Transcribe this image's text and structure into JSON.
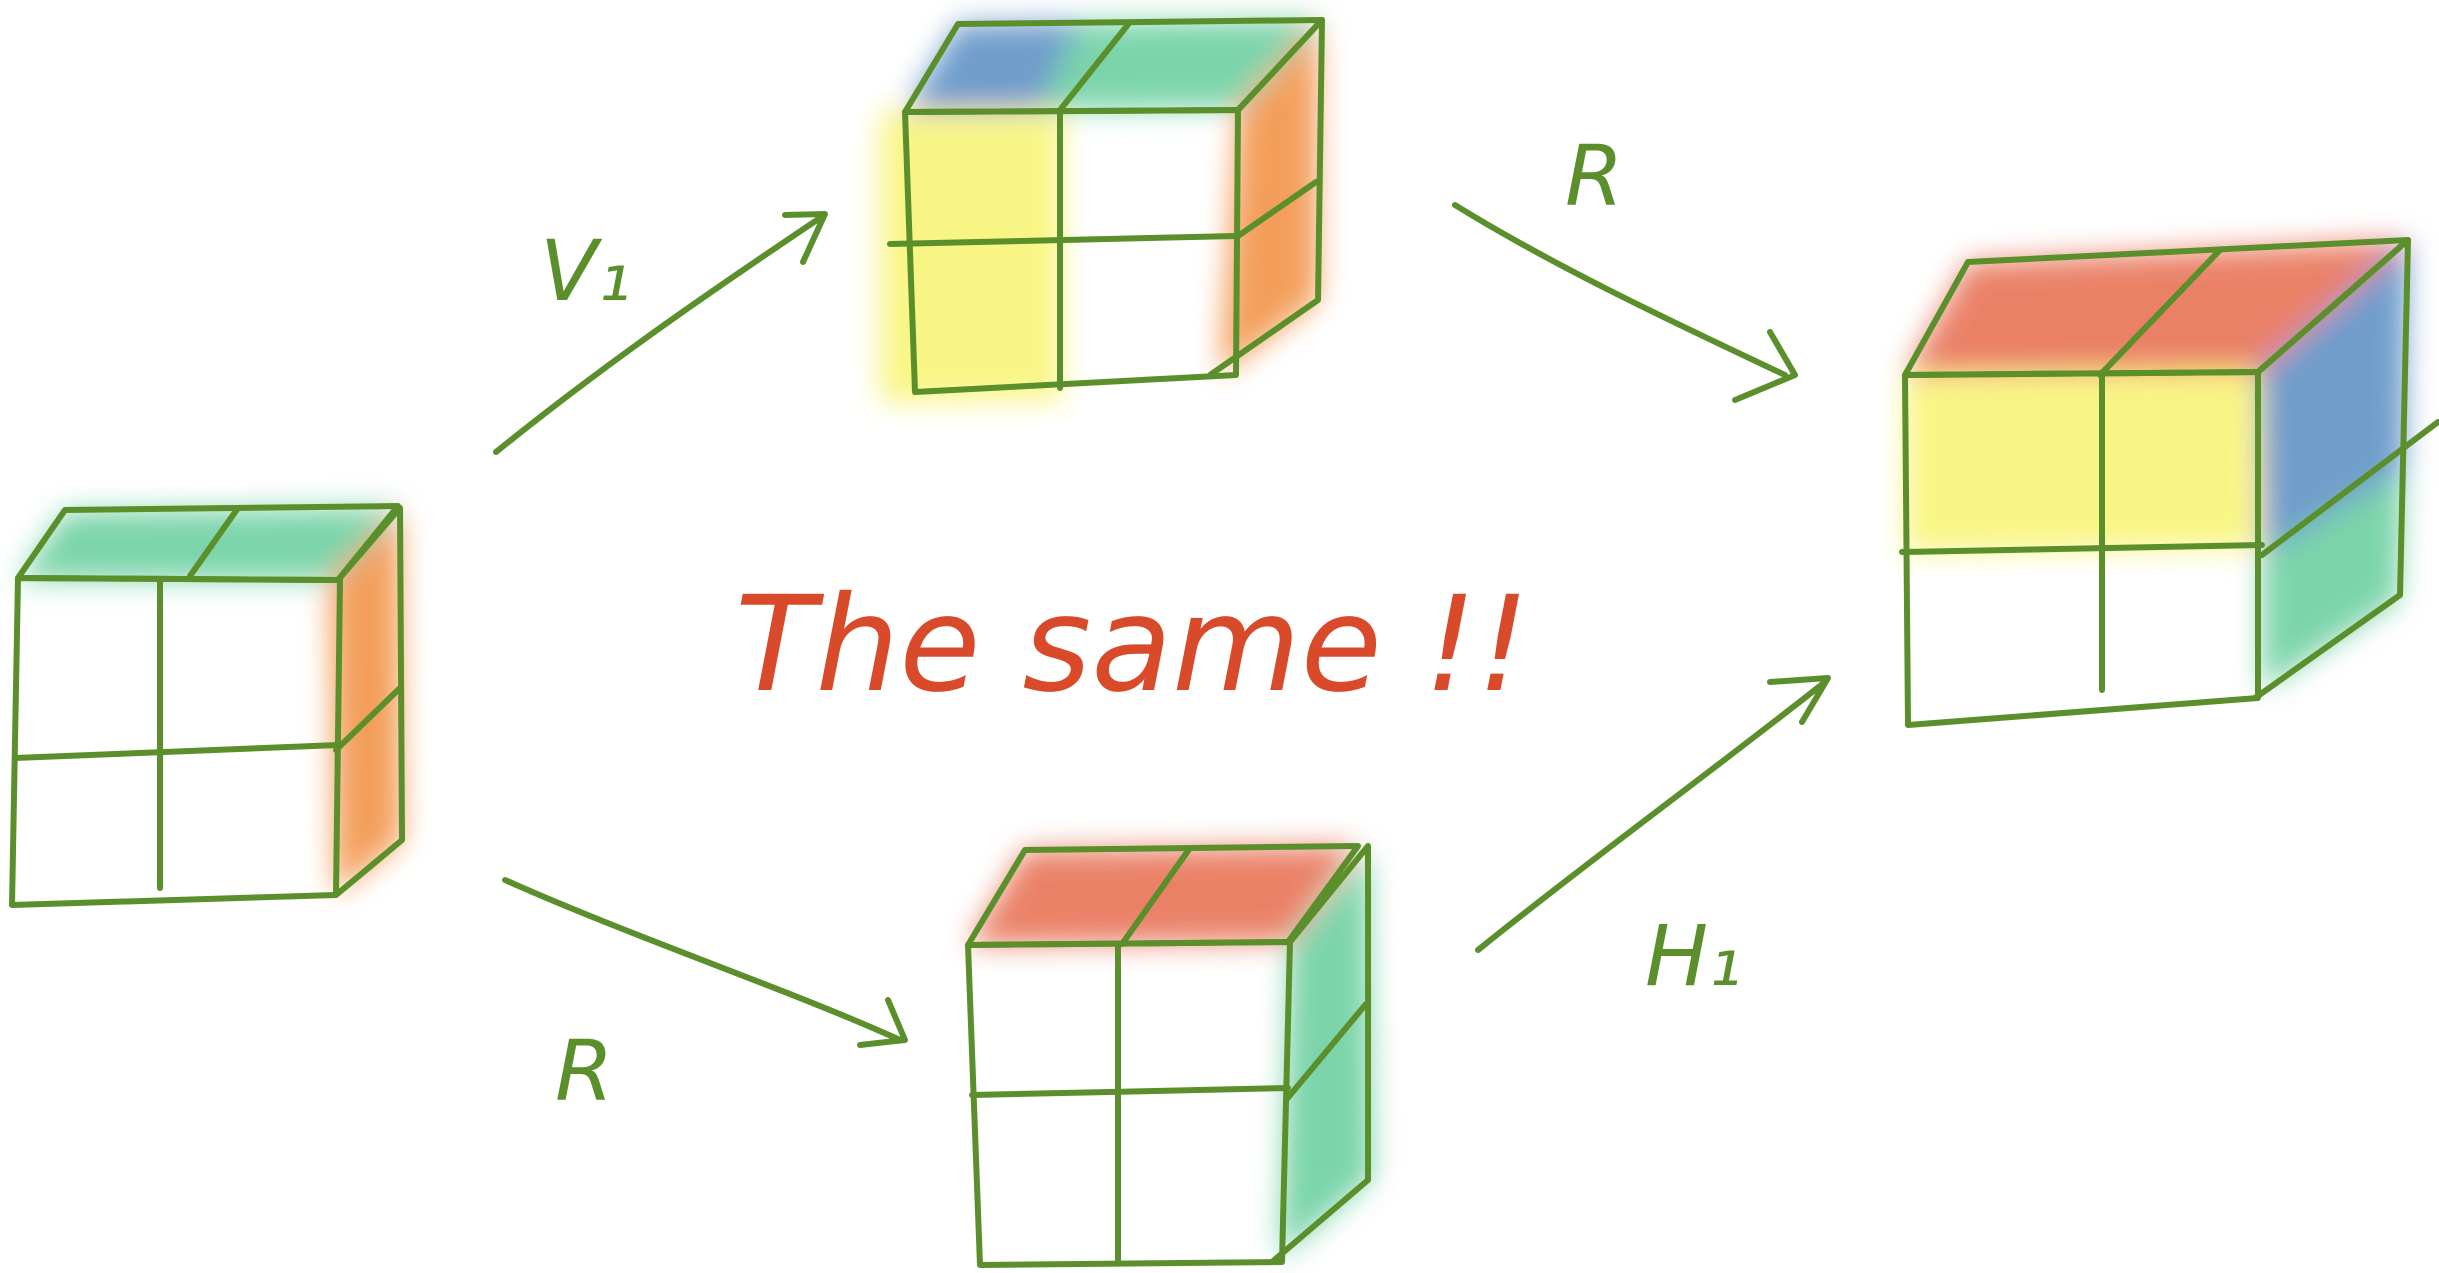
{
  "labels": {
    "v1": "V₁",
    "r_top": "R",
    "r_bottom": "R",
    "h1": "H₁",
    "center": "The same !!"
  },
  "colors": {
    "ink": "#5b8f2c",
    "headline": "#d84a2a",
    "green": "#48c48a",
    "orange": "#ef7a1a",
    "blue": "#3b78b8",
    "yellow": "#f7f257",
    "red": "#e2512f"
  },
  "cubes": [
    {
      "name": "start-cube",
      "top": "green",
      "front": "none",
      "side": "orange"
    },
    {
      "name": "after-v1-cube",
      "top": "blue-green",
      "front": "yellow-left",
      "side": "orange"
    },
    {
      "name": "after-r-cube",
      "top": "red",
      "front": "none",
      "side": "green"
    },
    {
      "name": "result-cube",
      "top": "red",
      "front": "yellow-top",
      "side": "blue-green"
    }
  ]
}
